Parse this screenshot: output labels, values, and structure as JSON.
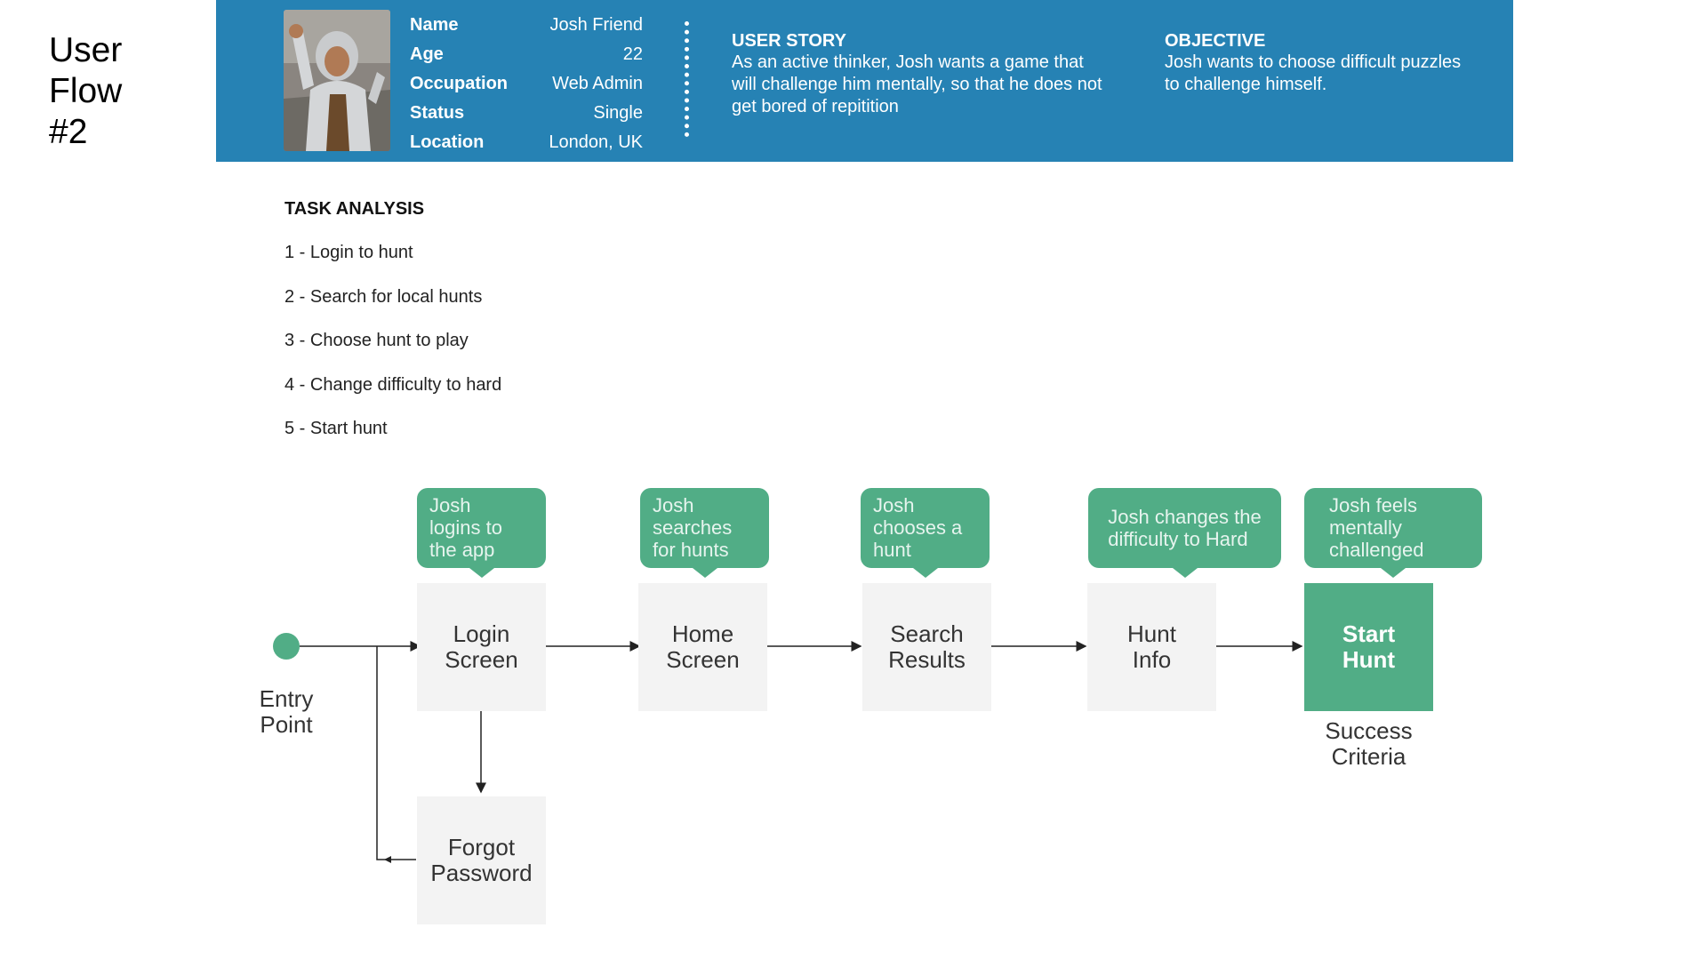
{
  "title": "User\nFlow\n#2",
  "persona": {
    "facts": [
      {
        "key": "Name",
        "value": "Josh Friend"
      },
      {
        "key": "Age",
        "value": "22"
      },
      {
        "key": "Occupation",
        "value": "Web Admin"
      },
      {
        "key": "Status",
        "value": "Single"
      },
      {
        "key": "Location",
        "value": "London, UK"
      }
    ],
    "user_story": {
      "heading": "USER STORY",
      "text": "As an active thinker, Josh wants a game that will challenge him mentally, so that he does not get bored of repitition"
    },
    "objective": {
      "heading": "OBJECTIVE",
      "text": "Josh wants to choose difficult puzzles to challenge himself."
    },
    "colors": {
      "header_bg": "#2682b4",
      "accent_green": "#51ad86"
    }
  },
  "task_analysis": {
    "heading": "TASK ANALYSIS",
    "items": [
      "1 - Login to hunt",
      "2 - Search for local hunts",
      "3 - Choose hunt to play",
      "4 - Change difficulty to hard",
      "5 - Start hunt"
    ]
  },
  "flow": {
    "entry_label": "Entry\nPoint",
    "nodes": {
      "login": "Login\nScreen",
      "home": "Home\nScreen",
      "search": "Search\nResults",
      "hunt_info": "Hunt\nInfo",
      "start_hunt": "Start\nHunt",
      "forgot": "Forgot\nPassword"
    },
    "bubbles": {
      "login": "Josh\nlogins to\nthe app",
      "home": "Josh\nsearches\nfor hunts",
      "search": "Josh\nchooses a\nhunt",
      "hunt_info": "Josh changes the\ndifficulty to Hard",
      "start_hunt": "Josh feels\nmentally\nchallenged"
    },
    "success_label": "Success\nCriteria"
  }
}
